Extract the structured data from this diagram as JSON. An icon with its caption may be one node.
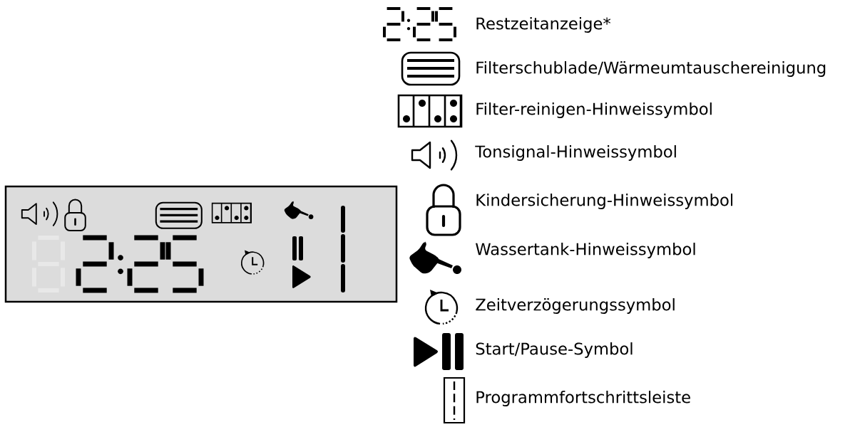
{
  "diagram": {
    "legend": [
      {
        "text": "Restzeitanzeige*"
      },
      {
        "text": "Filterschublade/Wärmeumtauschereinigung"
      },
      {
        "text": "Filter-reinigen-Hinweissymbol"
      },
      {
        "text": "Tonsignal-Hinweissymbol"
      },
      {
        "text": "Kindersicherung-Hinweissymbol"
      },
      {
        "text": "Wassertank-Hinweissymbol"
      },
      {
        "text": "Zeitverzögerungssymbol"
      },
      {
        "text": "Start/Pause-Symbol"
      },
      {
        "text": "Programmfortschrittsleiste"
      }
    ]
  }
}
